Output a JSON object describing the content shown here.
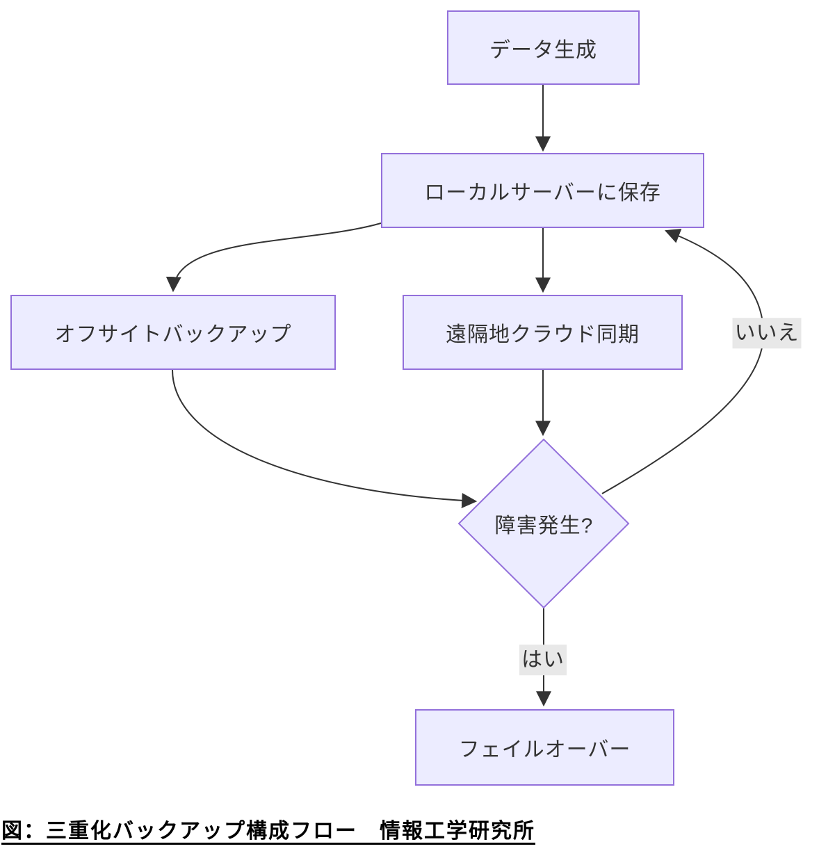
{
  "diagram": {
    "nodes": {
      "data_gen": {
        "label": "データ生成",
        "shape": "rect"
      },
      "local_save": {
        "label": "ローカルサーバーに保存",
        "shape": "rect"
      },
      "offsite": {
        "label": "オフサイトバックアップ",
        "shape": "rect"
      },
      "cloud_sync": {
        "label": "遠隔地クラウド同期",
        "shape": "rect"
      },
      "failure_check": {
        "label": "障害発生?",
        "shape": "diamond"
      },
      "failover": {
        "label": "フェイルオーバー",
        "shape": "rect"
      }
    },
    "edges": [
      {
        "from": "data_gen",
        "to": "local_save",
        "label": ""
      },
      {
        "from": "local_save",
        "to": "offsite",
        "label": ""
      },
      {
        "from": "local_save",
        "to": "cloud_sync",
        "label": ""
      },
      {
        "from": "offsite",
        "to": "failure_check",
        "label": ""
      },
      {
        "from": "cloud_sync",
        "to": "failure_check",
        "label": ""
      },
      {
        "from": "failure_check",
        "to": "failover",
        "label": "はい"
      },
      {
        "from": "failure_check",
        "to": "local_save",
        "label": "いいえ"
      }
    ],
    "edge_labels": {
      "yes": "はい",
      "no": "いいえ"
    },
    "caption": "図：三重化バックアップ構成フロー　情報工学研究所",
    "colors": {
      "node_fill": "#ECECFF",
      "node_border": "#9370DB",
      "edge": "#333333",
      "label_bg": "#e8e8e8",
      "text": "#333333",
      "caption_color": "#000000"
    }
  }
}
